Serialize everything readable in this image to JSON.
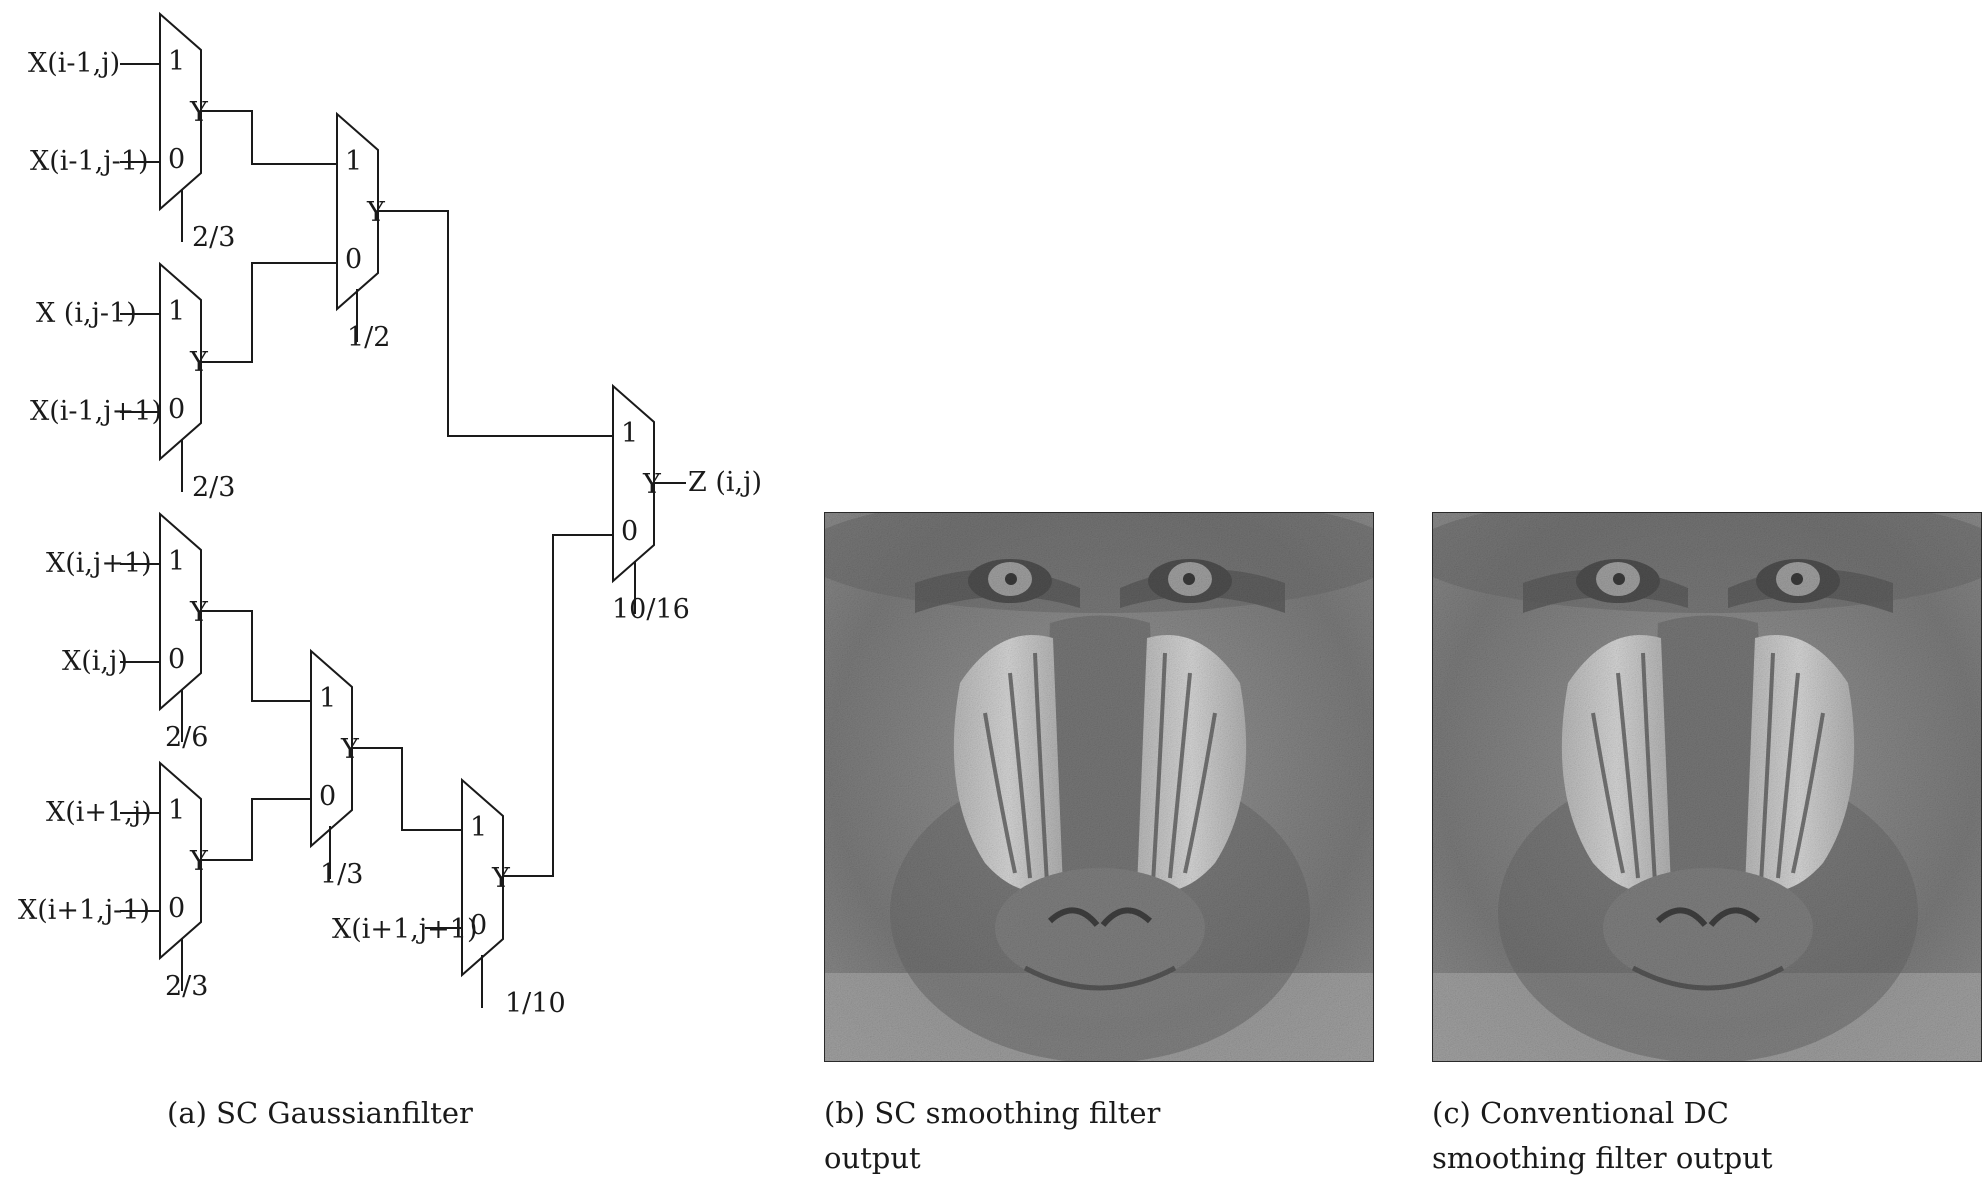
{
  "panel_a": {
    "caption": "(a) SC Gaussianfilter",
    "mux_label_one": "1",
    "mux_label_zero": "0",
    "mux_label_out": "Y",
    "muxes": [
      {
        "id": "m1",
        "input_one": "X(i-1,j)",
        "input_zero": "X(i-1,j-1)",
        "select": "2/3"
      },
      {
        "id": "m2",
        "input_one": "X (i,j-1)",
        "input_zero": "X(i-1,j+1)",
        "select": "2/3"
      },
      {
        "id": "m3",
        "input_one": "X(i,j+1)",
        "input_zero": "X(i,j)",
        "select": "2/6"
      },
      {
        "id": "m4",
        "input_one": "X(i+1,j)",
        "input_zero": "X(i+1,j-1)",
        "select": "2/3"
      },
      {
        "id": "m5",
        "select": "1/2"
      },
      {
        "id": "m6",
        "select": "1/3"
      },
      {
        "id": "m7",
        "input_zero": "X(i+1,j+1)",
        "select": "1/10"
      },
      {
        "id": "m8",
        "output": "Z (i,j)",
        "select": "10/16"
      }
    ]
  },
  "panel_b": {
    "caption_line1": "(b) SC smoothing filter",
    "caption_line2": "output"
  },
  "panel_c": {
    "caption_line1": "(c) Conventional DC",
    "caption_line2": "smoothing filter output"
  }
}
